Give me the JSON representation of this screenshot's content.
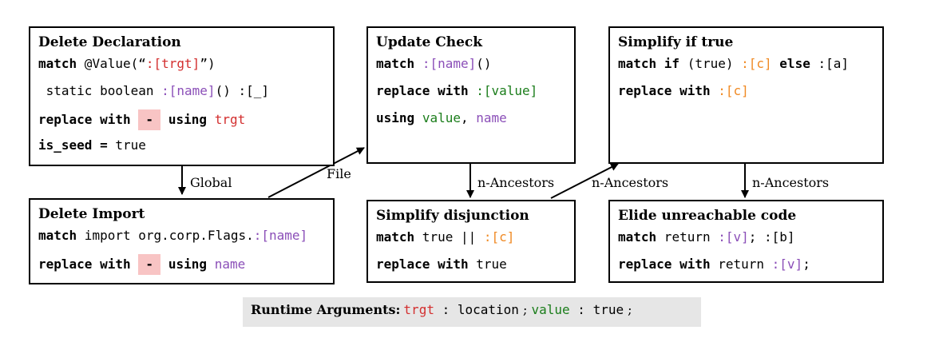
{
  "boxes": {
    "delete_declaration": {
      "title": "Delete Declaration",
      "match_kw": "match",
      "match_text1": " @Value(“",
      "match_hole": ":[trgt]",
      "match_text2": "”)",
      "line2_text1": " static boolean ",
      "line2_hole": ":[name]",
      "line2_text2": "() :[_]",
      "replace_kw": "replace with",
      "replace_hole": "-",
      "using_kw": "using",
      "using_var": "trgt",
      "seed_kw": "is_seed =",
      "seed_val": "true"
    },
    "delete_import": {
      "title": "Delete Import",
      "match_kw": "match",
      "match_text": " import org.corp.Flags.",
      "match_hole": ":[name]",
      "replace_kw": "replace with",
      "replace_hole": "-",
      "using_kw": "using",
      "using_var": "name"
    },
    "update_check": {
      "title": "Update Check",
      "match_kw": "match",
      "match_hole": ":[name]",
      "match_text": "()",
      "replace_kw": "replace with",
      "replace_hole": ":[value]",
      "using_kw": "using",
      "using_var1": "value",
      "using_sep": ", ",
      "using_var2": "name"
    },
    "simplify_disjunction": {
      "title": "Simplify disjunction",
      "match_kw": "match",
      "match_text": " true || ",
      "match_hole": ":[c]",
      "replace_kw": "replace with",
      "replace_text": " true"
    },
    "simplify_if_true": {
      "title": "Simplify if true",
      "match_kw": "match if",
      "match_text1": " (true) ",
      "match_hole": ":[c]",
      "else_kw": "else",
      "match_text2": " :[a]",
      "replace_kw": "replace with",
      "replace_hole": ":[c]"
    },
    "elide_unreachable": {
      "title": "Elide unreachable code",
      "match_kw": "match",
      "match_text1": " return ",
      "match_hole": ":[v]",
      "match_text2": "; :[b]",
      "replace_kw": "replace with",
      "replace_text": " return ",
      "replace_hole": ":[v]",
      "replace_text2": ";"
    }
  },
  "edges": {
    "global": "Global",
    "file": "File",
    "n_ancestors_1": "n-Ancestors",
    "n_ancestors_2": "n-Ancestors",
    "n_ancestors_3": "n-Ancestors"
  },
  "runtime": {
    "title": "Runtime Arguments:",
    "arg1_name": "trgt",
    "arg1_colon": " : ",
    "arg1_value": "location",
    "sep1": " ; ",
    "arg2_name": "value",
    "arg2_colon": " : ",
    "arg2_value": "true",
    "sep2": " ;"
  },
  "colors": {
    "target_var": "#d32f2f",
    "name_var": "#8b4fb8",
    "c_hole": "#f08a24",
    "value_var": "#1b7d1b",
    "empty_replacement_bg": "#f8c4c4",
    "runtime_bg": "#e6e6e6"
  }
}
